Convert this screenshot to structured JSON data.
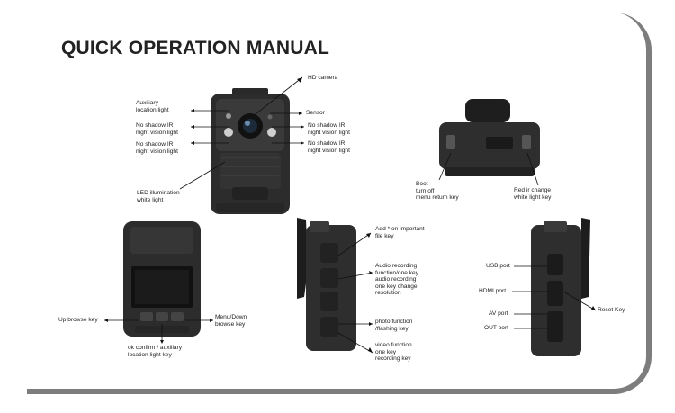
{
  "title": "QUICK OPERATION MANUAL",
  "front": {
    "hd_camera": "HD camera",
    "aux_light": [
      "Auxiliary",
      "location light"
    ],
    "sensor": "Sensor",
    "ir_left_1": [
      "No shadow IR",
      "night vision light"
    ],
    "ir_left_2": [
      "No shadow IR",
      "night vision light"
    ],
    "ir_right_1": [
      "No shadow IR",
      "night vision light"
    ],
    "ir_right_2": [
      "No shadow IR",
      "night vision light"
    ],
    "led_light": [
      "LED  illumination",
      "white light"
    ]
  },
  "top": {
    "boot": [
      "Boot",
      "turn off",
      "menu return key"
    ],
    "red_ir": [
      "Red  ir  change",
      "white  light  key"
    ]
  },
  "back": {
    "up_browse": "Up browse key",
    "menu_down": [
      "Menu/Down",
      "browse key"
    ],
    "ok_confirm": [
      "ok confirm / auxiliary",
      "location light key"
    ]
  },
  "left_side": {
    "add_key": [
      "Add * on important",
      "file key"
    ],
    "audio": [
      "Audio recording",
      "function/one key",
      "audio recording",
      "one  key change",
      "resolution"
    ],
    "photo": [
      "photo function",
      "/flashing key"
    ],
    "video": [
      "video function",
      "one key",
      "recording key"
    ]
  },
  "right_side": {
    "usb": "USB port",
    "hdmi": "HDMI port",
    "av": "AV port",
    "out": "OUT port",
    "reset": "Reset Key"
  }
}
